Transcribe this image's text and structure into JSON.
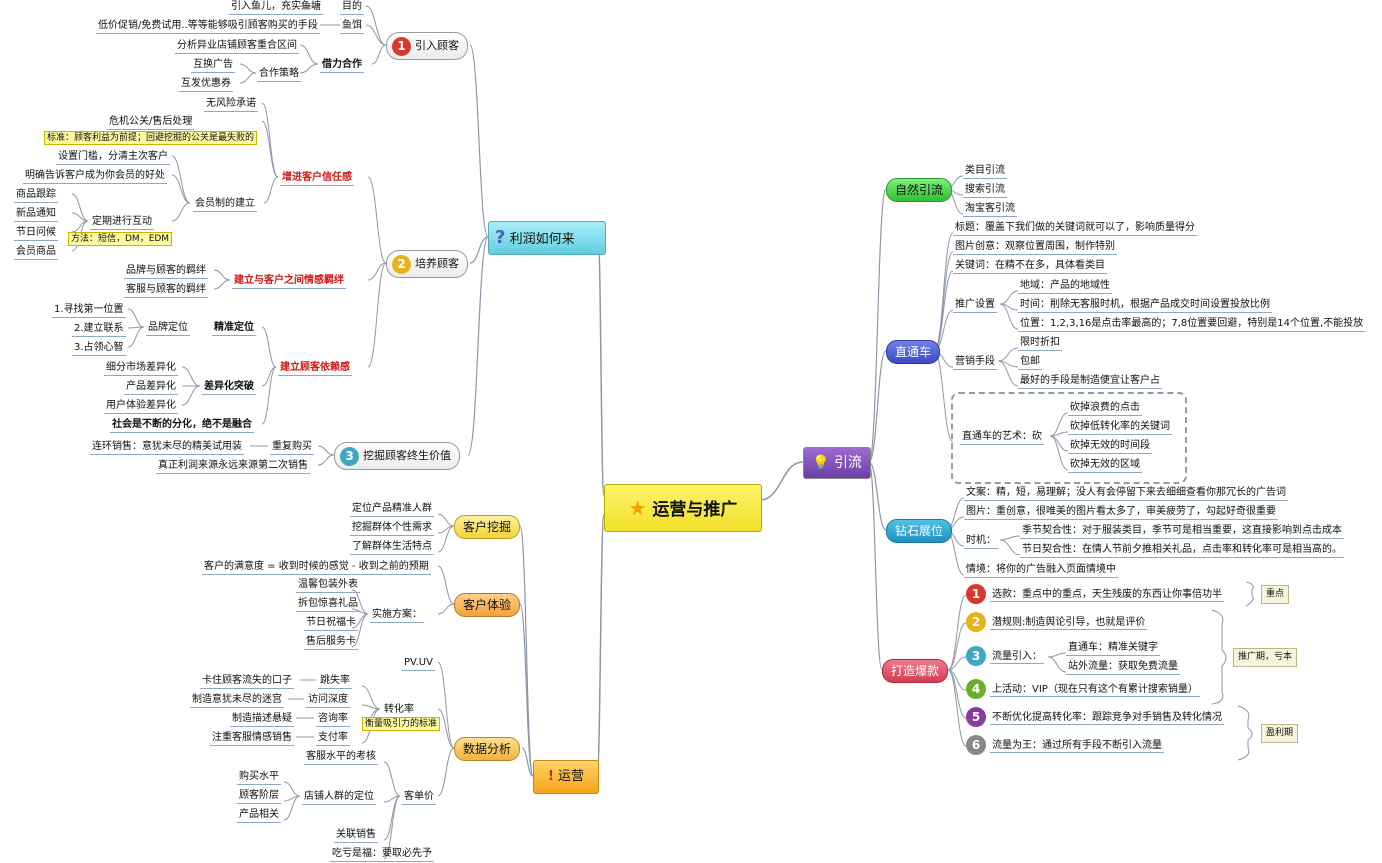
{
  "center": {
    "label": "运营与推广",
    "icon": "star-icon"
  },
  "right": {
    "yinliu": {
      "label": "引流",
      "icon": "lightbulb-icon"
    },
    "ziran": {
      "label": "自然引流",
      "items": [
        "类目引流",
        "搜索引流",
        "淘宝客引流"
      ]
    },
    "zhitongche": {
      "label": "直通车",
      "title": "标题：覆盖下我们做的关键词就可以了，影响质量得分",
      "creative": "图片创意：观察位置周围，制作特别",
      "keyword": "关键词：在精不在多，具体看类目",
      "promo": {
        "label": "推广设置",
        "items": [
          "地域：产品的地域性",
          "时间：削除无客服时机，根据产品成交时间设置投放比例",
          "位置：1,2,3,16是点击率最高的；7,8位置要回避，特别是14个位置,不能投放"
        ]
      },
      "marketing": {
        "label": "营销手段",
        "items": [
          "限时折扣",
          "包邮",
          "最好的手段是制造便宜让客户占"
        ]
      },
      "art": {
        "label": "直通车的艺术：砍",
        "items": [
          "砍掉浪费的点击",
          "砍掉低转化率的关键词",
          "砍掉无效的时间段",
          "砍掉无效的区域"
        ]
      }
    },
    "zuanshi": {
      "label": "钻石展位",
      "copy": "文案：精，短，易理解；没人有会停留下来去细细查看你那冗长的广告词",
      "image": "图片：重创意，很唯美的图片看太多了，审美疲劳了，勾起好奇很重要",
      "timing": {
        "label": "时机：",
        "items": [
          "季节契合性：对于服装类目，季节可是相当重要，这直接影响到点击成本",
          "节日契合性：在情人节前夕推相关礼品，点击率和转化率可是相当高的。"
        ]
      },
      "scene": "情境：将你的广告融入页面情境中"
    },
    "baokuan": {
      "label": "打造爆款",
      "steps": [
        {
          "n": "1",
          "text": "选款：重点中的重点，天生残废的东西让你事倍功半",
          "color": "#d8382e"
        },
        {
          "n": "2",
          "text": "潜规则:制造舆论引导，也就是评价",
          "color": "#e8b21b"
        },
        {
          "n": "3",
          "text": "流量引入：",
          "color": "#3fa7c4"
        },
        {
          "n": "4",
          "text": "上活动：VIP（现在只有这个有累计搜索销量）",
          "color": "#6fae2c"
        },
        {
          "n": "5",
          "text": "不断优化提高转化率：跟踪竞争对手销售及转化情况",
          "color": "#8a3c9c"
        },
        {
          "n": "6",
          "text": "流量为王：通过所有手段不断引入流量",
          "color": "#888888"
        }
      ],
      "traffic": [
        "直通车：精准关键字",
        "站外流量：获取免费流量"
      ],
      "brace1": "重点",
      "brace2": "推广期，亏本",
      "brace3": "盈利期"
    }
  },
  "left": {
    "lirun": {
      "label": "利润如何来",
      "icon": "question-icon"
    },
    "yinru": {
      "n": "1",
      "label": "引入顾客",
      "goal": {
        "label": "目的",
        "text": "引入鱼儿，充实鱼塘"
      },
      "bait": {
        "label": "鱼饵",
        "text": "低价促销/免费试用..等等能够吸引顾客购买的手段"
      },
      "jieli": {
        "label": "借力合作",
        "area": "分析异业店铺顾客重合区间",
        "strategy": "合作策略",
        "items": [
          "互换广告",
          "互发优惠券"
        ]
      }
    },
    "peiyang": {
      "n": "2",
      "label": "培养顾客",
      "trust": {
        "label": "增进客户信任感",
        "norisk": "无风险承诺",
        "crisis": "危机公关/售后处理",
        "crisis_note": "标准：顾客利益为前提；回避挖掘的公关是最失败的",
        "member": {
          "label": "会员制的建立",
          "threshold": "设置门槛，分清主次客户",
          "benefit": "明确告诉客户成为你会员的好处",
          "interact": "定期进行互动",
          "interact_items": [
            "商品跟踪",
            "新品通知",
            "节日问候",
            "会员商品"
          ],
          "method": "方法：短信，DM，EDM"
        }
      },
      "bond": {
        "label": "建立与客户之间情感羁绊",
        "items": [
          "品牌与顾客的羁绊",
          "客服与顾客的羁绊"
        ]
      },
      "dependence": {
        "label": "建立顾客依赖感",
        "precise": {
          "label": "精准定位",
          "brand": "品牌定位",
          "items": [
            "1.寻找第一位置",
            "2.建立联系",
            "3.占领心智"
          ]
        },
        "diff": {
          "label": "差异化突破",
          "items": [
            "细分市场差异化",
            "产品差异化",
            "用户体验差异化"
          ]
        },
        "social": "社会是不断的分化，绝不是融合"
      }
    },
    "wajue": {
      "n": "3",
      "label": "挖掘顾客终生价值",
      "repeat": "重复购买",
      "repeat_text": "连环销售：意犹未尽的精美试用装",
      "secondary": "真正利润来源永远来源第二次销售"
    },
    "yunying": {
      "label": "运营",
      "icon": "exclamation-icon"
    },
    "kehuwajue": {
      "label": "客户挖掘",
      "items": [
        "定位产品精准人群",
        "挖掘群体个性需求",
        "了解群体生活特点"
      ]
    },
    "kehutiyan": {
      "label": "客户体验",
      "formula": "客户的满意度 = 收到时候的感觉 - 收到之前的预期",
      "plan": "实施方案：",
      "items": [
        "温馨包装外表",
        "拆包惊喜礼品",
        "节日祝福卡",
        "售后服务卡"
      ]
    },
    "shuju": {
      "label": "数据分析",
      "pvuv": "PV.UV",
      "conversion": {
        "label": "转化率",
        "note": "衡量吸引力的标准",
        "items": [
          {
            "label": "跳失率",
            "text": "卡住顾客流失的口子"
          },
          {
            "label": "访问深度",
            "text": "制造意犹未尽的迷宫"
          },
          {
            "label": "咨询率",
            "text": "制造描述悬疑"
          },
          {
            "label": "支付率",
            "text": "注重客服情感销售"
          }
        ]
      },
      "unitprice": {
        "label": "客单价",
        "service": "客服水平的考核",
        "crowd": "店铺人群的定位",
        "crowd_items": [
          "购买水平",
          "顾客阶层",
          "产品相关"
        ],
        "related": "关联销售",
        "loss": "吃亏是福：要取必先予"
      }
    }
  },
  "colors": {
    "line": "#8d97a6",
    "red": "#d11a1a",
    "center_bg": "#f8ef4c"
  }
}
